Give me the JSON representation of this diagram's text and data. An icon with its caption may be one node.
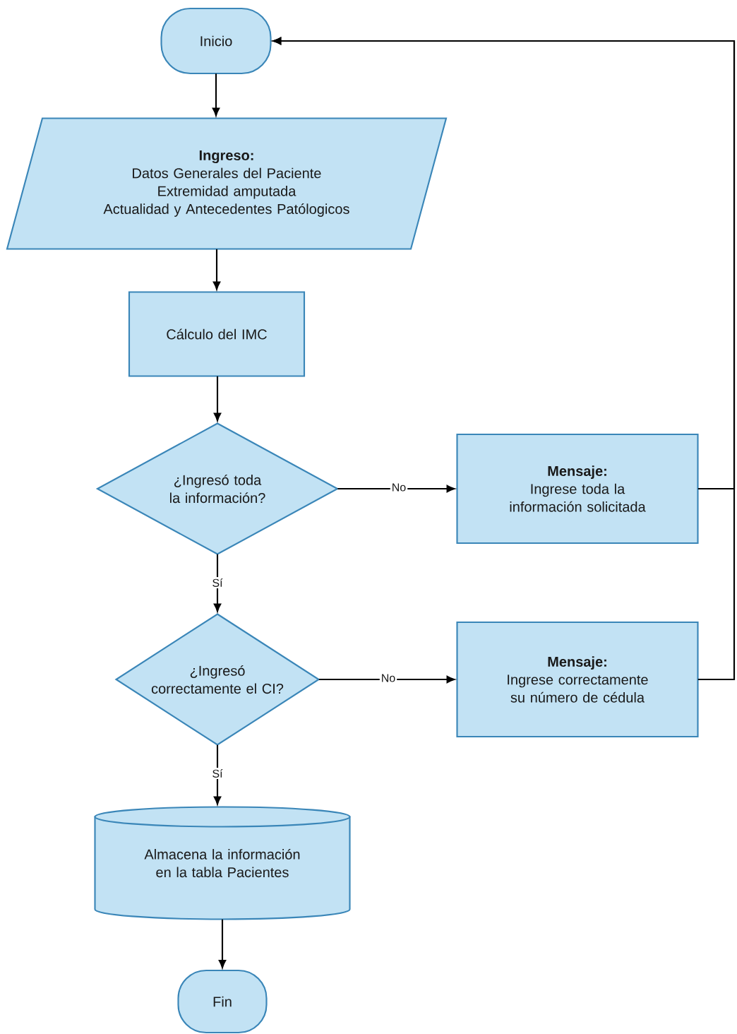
{
  "diagram": {
    "nodes": [
      {
        "text": [
          "Inicio"
        ]
      },
      {
        "text": [
          "Ingreso:",
          "Datos Generales del Paciente",
          "Extremidad amputada",
          "Actualidad y Antecedentes Patólogicos"
        ]
      },
      {
        "text": [
          "Cálculo del IMC"
        ]
      },
      {
        "text": [
          "¿Ingresó toda la información?"
        ]
      },
      {
        "text": [
          "Mensaje:",
          "Ingrese toda la información solicitada"
        ]
      },
      {
        "text": [
          "¿Ingresó correctamente el CI?"
        ]
      },
      {
        "text": [
          "Mensaje:",
          "Ingrese correctamente su número de cédula"
        ]
      },
      {
        "text": [
          "Almacena la información en la tabla Pacientes"
        ]
      },
      {
        "text": [
          "Fin"
        ]
      }
    ],
    "edges": [
      {
        "from": 0,
        "to": 1,
        "arrow": "to"
      },
      {
        "from": 1,
        "to": 2,
        "arrow": "to"
      },
      {
        "from": 2,
        "to": 3,
        "arrow": "to"
      },
      {
        "from": 3,
        "to": 4,
        "arrow": "to",
        "label": "No"
      },
      {
        "from": 3,
        "to": 5,
        "arrow": "to",
        "label": "Sí"
      },
      {
        "from": 5,
        "to": 6,
        "arrow": "to",
        "label": "No"
      },
      {
        "from": 5,
        "to": 7,
        "arrow": "to",
        "label": "Sí"
      },
      {
        "from": 7,
        "to": 8,
        "arrow": "to"
      },
      {
        "from": 4,
        "to": 0,
        "arrow": "to"
      },
      {
        "from": 6,
        "to": 0,
        "arrow": "to"
      }
    ]
  }
}
